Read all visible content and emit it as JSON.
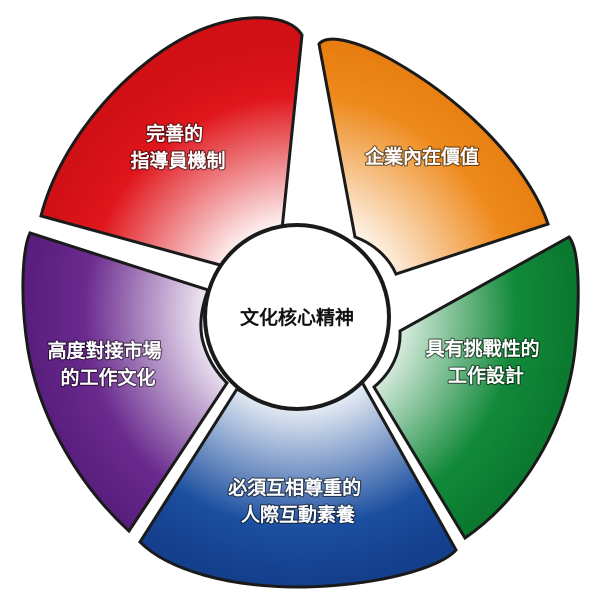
{
  "center": {
    "label": "文化核心精神"
  },
  "segments": [
    {
      "id": "top-left",
      "lines": [
        "完善的",
        "指導員機制"
      ],
      "color": "#e0161c"
    },
    {
      "id": "top-right",
      "lines": [
        "企業內在價值"
      ],
      "color": "#ee8a1c"
    },
    {
      "id": "right",
      "lines": [
        "具有挑戰性的",
        "工作設計"
      ],
      "color": "#128a3a"
    },
    {
      "id": "bottom",
      "lines": [
        "必須互相尊重的",
        "人際互動素養"
      ],
      "color": "#1c4fa0"
    },
    {
      "id": "left",
      "lines": [
        "高度對接市場",
        "的工作文化"
      ],
      "color": "#6a2a8e"
    }
  ]
}
